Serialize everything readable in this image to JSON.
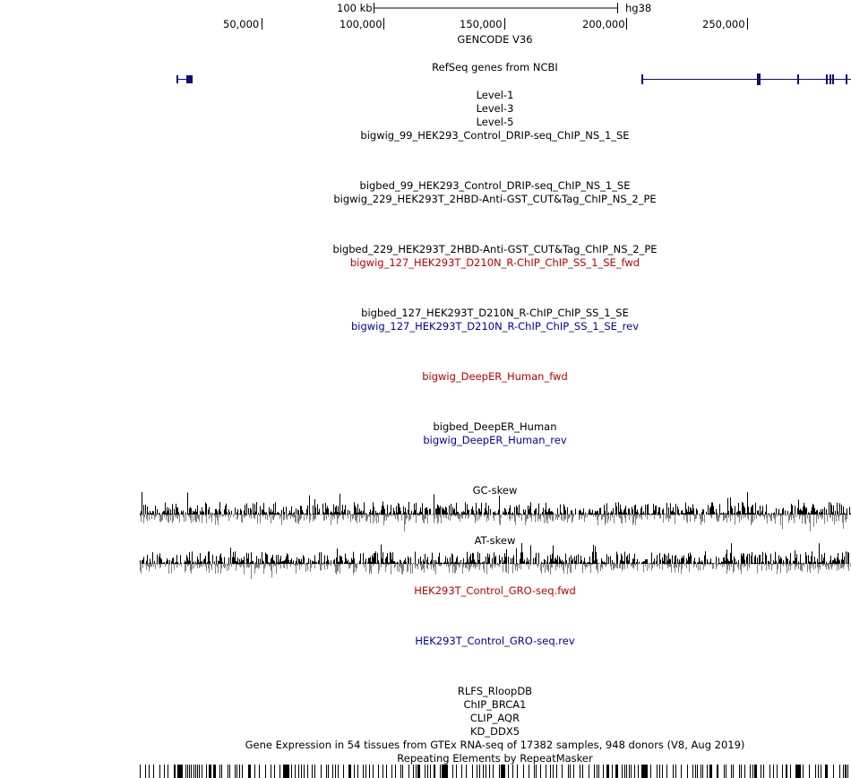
{
  "ruler": {
    "scale_label": "100 kb",
    "assembly": "hg38",
    "ticks": [
      "50,000",
      "100,000",
      "150,000",
      "200,000",
      "250,000"
    ]
  },
  "colors": {
    "black": "#000000",
    "fwd": "#c00000",
    "rev": "#0000a0",
    "gene": "#0c0c78",
    "skew_neg": "#808080"
  },
  "tracks": [
    {
      "label": "GENCODE V36",
      "color": "black"
    },
    {
      "label": "RefSeq genes from NCBI",
      "color": "black"
    },
    {
      "label": "Level-1",
      "color": "black"
    },
    {
      "label": "Level-3",
      "color": "black"
    },
    {
      "label": "Level-5",
      "color": "black"
    },
    {
      "label": "bigwig_99_HEK293_Control_DRIP-seq_ChIP_NS_1_SE",
      "color": "black"
    },
    {
      "label": "bigbed_99_HEK293_Control_DRIP-seq_ChIP_NS_1_SE",
      "color": "black"
    },
    {
      "label": "bigwig_229_HEK293T_2HBD-Anti-GST_CUT&Tag_ChIP_NS_2_PE",
      "color": "black"
    },
    {
      "label": "bigbed_229_HEK293T_2HBD-Anti-GST_CUT&Tag_ChIP_NS_2_PE",
      "color": "black"
    },
    {
      "label": "bigwig_127_HEK293T_D210N_R-ChIP_ChIP_SS_1_SE_fwd",
      "color": "fwd"
    },
    {
      "label": "bigbed_127_HEK293T_D210N_R-ChIP_ChIP_SS_1_SE",
      "color": "black"
    },
    {
      "label": "bigwig_127_HEK293T_D210N_R-ChIP_ChIP_SS_1_SE_rev",
      "color": "rev"
    },
    {
      "label": "bigwig_DeepER_Human_fwd",
      "color": "fwd"
    },
    {
      "label": "bigbed_DeepER_Human",
      "color": "black"
    },
    {
      "label": "bigwig_DeepER_Human_rev",
      "color": "rev"
    },
    {
      "label": "GC-skew",
      "color": "black"
    },
    {
      "label": "AT-skew",
      "color": "black"
    },
    {
      "label": "HEK293T_Control_GRO-seq.fwd",
      "color": "fwd"
    },
    {
      "label": "HEK293T_Control_GRO-seq.rev",
      "color": "rev"
    },
    {
      "label": "RLFS_RloopDB",
      "color": "black"
    },
    {
      "label": "ChIP_BRCA1",
      "color": "black"
    },
    {
      "label": "CLIP_AQR",
      "color": "black"
    },
    {
      "label": "KD_DDX5",
      "color": "black"
    },
    {
      "label": "Gene Expression in 54 tissues from GTEx RNA-seq of 17382 samples, 948 donors (V8, Aug 2019)",
      "color": "black"
    },
    {
      "label": "Repeating Elements by RepeatMasker",
      "color": "black"
    }
  ]
}
